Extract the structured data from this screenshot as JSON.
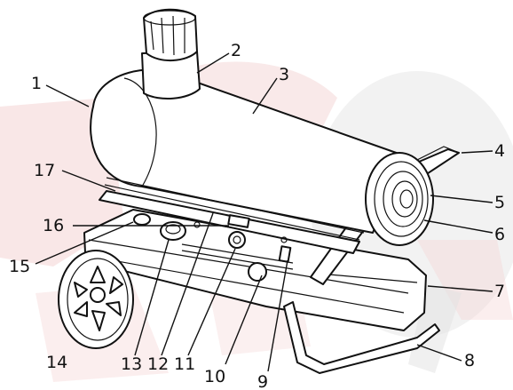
{
  "diagram": {
    "labels": [
      {
        "id": "l1",
        "text": "1"
      },
      {
        "id": "l2",
        "text": "2"
      },
      {
        "id": "l3",
        "text": "3"
      },
      {
        "id": "l4",
        "text": "4"
      },
      {
        "id": "l5",
        "text": "5"
      },
      {
        "id": "l6",
        "text": "6"
      },
      {
        "id": "l7",
        "text": "7"
      },
      {
        "id": "l8",
        "text": "8"
      },
      {
        "id": "l9",
        "text": "9"
      },
      {
        "id": "l10",
        "text": "10"
      },
      {
        "id": "l11",
        "text": "11"
      },
      {
        "id": "l12",
        "text": "12"
      },
      {
        "id": "l13",
        "text": "13"
      },
      {
        "id": "l14",
        "text": "14"
      },
      {
        "id": "l15",
        "text": "15"
      },
      {
        "id": "l16",
        "text": "16"
      },
      {
        "id": "l17",
        "text": "17"
      }
    ]
  }
}
